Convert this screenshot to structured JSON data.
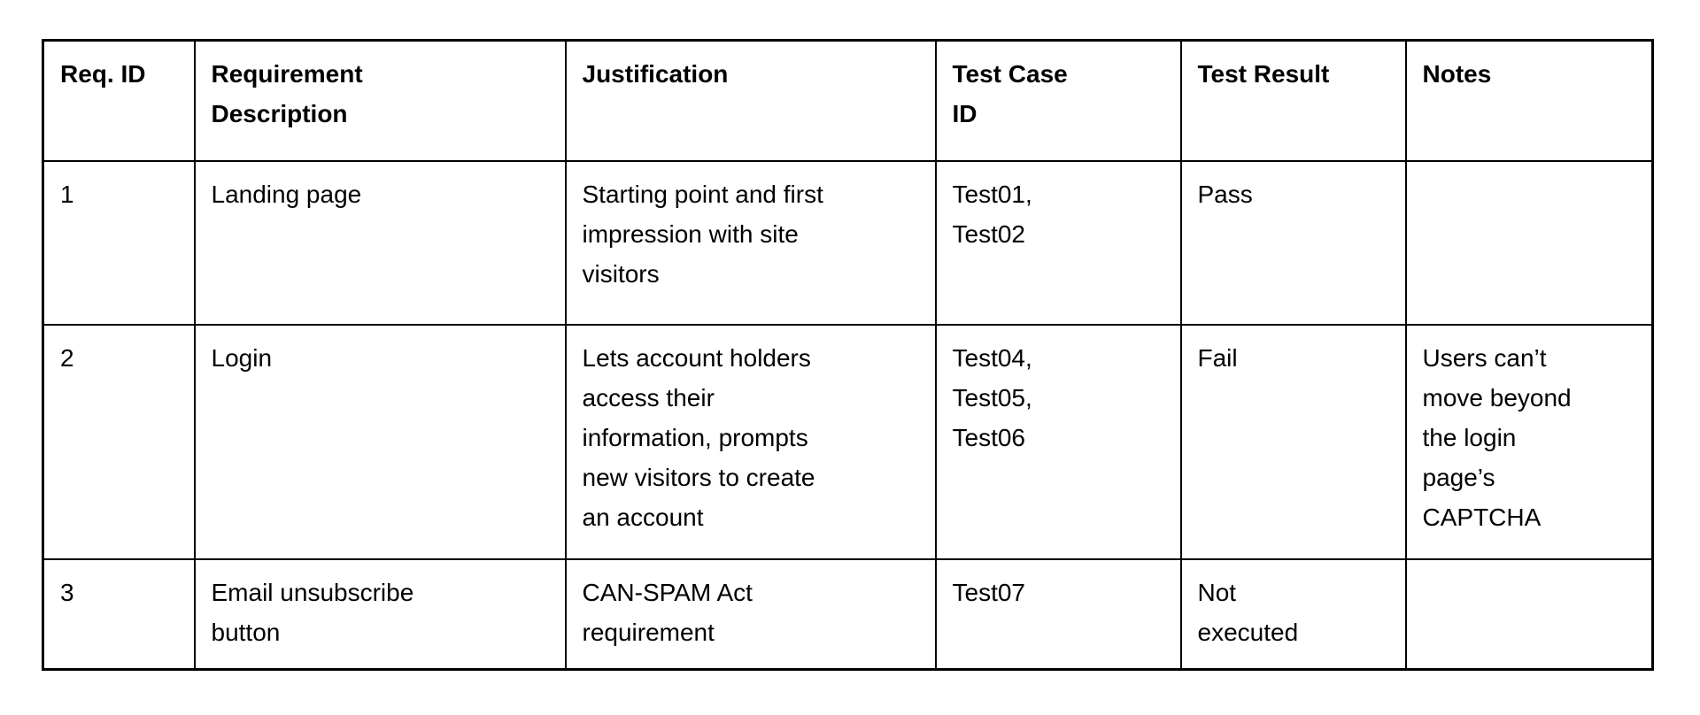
{
  "table": {
    "columns": [
      {
        "key": "req_id",
        "label": "Req. ID"
      },
      {
        "key": "description",
        "label": "Requirement\nDescription"
      },
      {
        "key": "justification",
        "label": "Justification"
      },
      {
        "key": "test_case_id",
        "label": "Test Case\nID"
      },
      {
        "key": "test_result",
        "label": "Test Result"
      },
      {
        "key": "notes",
        "label": "Notes"
      }
    ],
    "rows": [
      {
        "req_id": "1",
        "description": "Landing page",
        "justification": "Starting point and first\nimpression with site\nvisitors",
        "test_case_id": "Test01,\nTest02",
        "test_result": "Pass",
        "notes": ""
      },
      {
        "req_id": "2",
        "description": "Login",
        "justification": "Lets account holders\naccess their\ninformation, prompts\nnew visitors to create\nan account",
        "test_case_id": "Test04,\nTest05,\nTest06",
        "test_result": "Fail",
        "notes": "Users can’t\nmove beyond\nthe login\npage’s\nCAPTCHA"
      },
      {
        "req_id": "3",
        "description": "Email unsubscribe\nbutton",
        "justification": "CAN-SPAM Act\nrequirement",
        "test_case_id": "Test07",
        "test_result": "Not\nexecuted",
        "notes": ""
      }
    ],
    "colors": {
      "border": "#000000",
      "background": "#ffffff",
      "text": "#000000"
    }
  }
}
